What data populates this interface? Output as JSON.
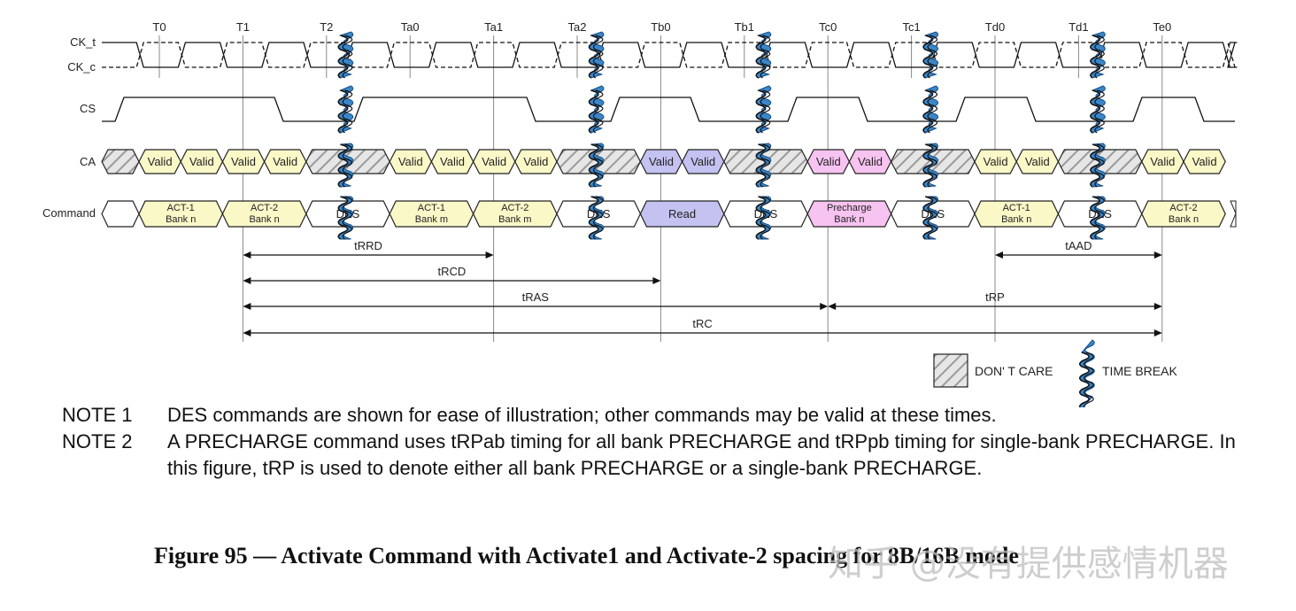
{
  "signals": {
    "ck_t": "CK_t",
    "ck_c": "CK_c",
    "cs": "CS",
    "ca": "CA",
    "command": "Command"
  },
  "ticks": [
    "T0",
    "T1",
    "T2",
    "Ta0",
    "Ta1",
    "Ta2",
    "Tb0",
    "Tb1",
    "Tc0",
    "Tc1",
    "Td0",
    "Td1",
    "Te0"
  ],
  "time_breaks_after_tick": [
    "T2",
    "Ta2",
    "Tb1",
    "Tc1",
    "Td1"
  ],
  "ca_cells": [
    {
      "t": "x",
      "label": ""
    },
    {
      "t": "y",
      "label": "Valid"
    },
    {
      "t": "y",
      "label": "Valid"
    },
    {
      "t": "y",
      "label": "Valid"
    },
    {
      "t": "y",
      "label": "Valid"
    },
    {
      "t": "x2",
      "label": ""
    },
    {
      "t": "y",
      "label": "Valid"
    },
    {
      "t": "y",
      "label": "Valid"
    },
    {
      "t": "y",
      "label": "Valid"
    },
    {
      "t": "y",
      "label": "Valid"
    },
    {
      "t": "x2",
      "label": ""
    },
    {
      "t": "b",
      "label": "Valid"
    },
    {
      "t": "b",
      "label": "Valid"
    },
    {
      "t": "x2",
      "label": ""
    },
    {
      "t": "p",
      "label": "Valid"
    },
    {
      "t": "p",
      "label": "Valid"
    },
    {
      "t": "x2",
      "label": ""
    },
    {
      "t": "y",
      "label": "Valid"
    },
    {
      "t": "y",
      "label": "Valid"
    },
    {
      "t": "x2",
      "label": ""
    },
    {
      "t": "y",
      "label": "Valid"
    },
    {
      "t": "y",
      "label": "Valid"
    }
  ],
  "command_cells": [
    {
      "t": "w",
      "label": ""
    },
    {
      "t": "y",
      "label": "ACT-1",
      "sub": "Bank n"
    },
    {
      "t": "y",
      "label": "ACT-2",
      "sub": "Bank n"
    },
    {
      "t": "w",
      "label": "DES"
    },
    {
      "t": "y",
      "label": "ACT-1",
      "sub": "Bank m"
    },
    {
      "t": "y",
      "label": "ACT-2",
      "sub": "Bank m"
    },
    {
      "t": "w",
      "label": "DES"
    },
    {
      "t": "b",
      "label": "Read"
    },
    {
      "t": "w",
      "label": "DES"
    },
    {
      "t": "p",
      "label": "Precharge",
      "sub": "Bank n"
    },
    {
      "t": "w",
      "label": "DES"
    },
    {
      "t": "y",
      "label": "ACT-1",
      "sub": "Bank n"
    },
    {
      "t": "w",
      "label": "DES"
    },
    {
      "t": "y",
      "label": "ACT-2",
      "sub": "Bank n"
    }
  ],
  "timings": [
    {
      "label": "tRRD",
      "from": "T1",
      "to": "Ta1",
      "row": 0
    },
    {
      "label": "tAAD",
      "from": "Td0",
      "to": "Te0",
      "row": 0
    },
    {
      "label": "tRCD",
      "from": "T1",
      "to": "Tb0",
      "row": 1
    },
    {
      "label": "tRAS",
      "from": "T1",
      "to": "Tc0",
      "row": 2
    },
    {
      "label": "tRP",
      "from": "Tc0",
      "to": "Te0",
      "row": 2
    },
    {
      "label": "tRC",
      "from": "T1",
      "to": "Te0",
      "row": 3
    }
  ],
  "legend": {
    "dont_care": "DON' T CARE",
    "time_break": "TIME BREAK"
  },
  "colors": {
    "valid_yellow": "#fbf8c8",
    "valid_blue": "#c4c2f0",
    "valid_pink": "#f7c3f0",
    "time_break": "#3a86c8",
    "hatch": "#9a9a9a"
  },
  "notes": [
    {
      "label": "NOTE 1",
      "text": "DES commands are shown for ease of illustration; other commands may be valid at these times."
    },
    {
      "label": "NOTE 2",
      "text": "A PRECHARGE command uses tRPab timing for all bank PRECHARGE and tRPpb timing for single-bank PRECHARGE. In this figure, tRP is used to denote either all bank PRECHARGE or a single-bank PRECHARGE."
    }
  ],
  "caption": "Figure 95 — Activate Command with Activate1 and Activate-2 spacing for 8B/16B mode",
  "watermark": "知乎 @没有提供感情机器"
}
